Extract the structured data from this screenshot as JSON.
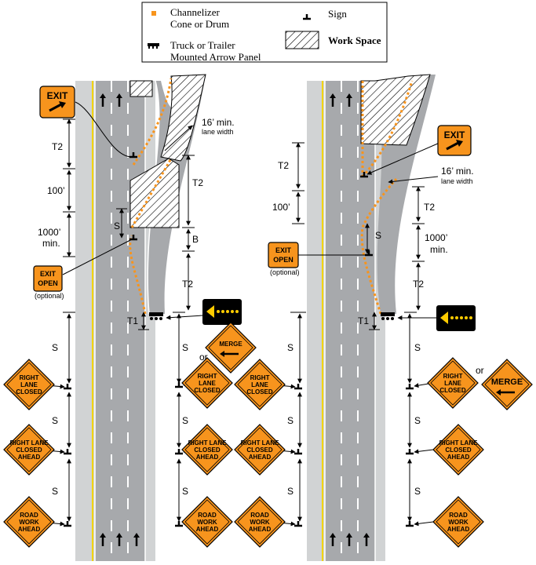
{
  "legend": {
    "channelizer": "Channelizer",
    "channelizer_2": "Cone or Drum",
    "sign": "Sign",
    "arrow_panel": "Truck or Trailer",
    "arrow_panel_2": "Mounted Arrow Panel",
    "work_space": "Work Space"
  },
  "labels": {
    "t1": "T1",
    "t2": "T2",
    "s": "S",
    "b": "B",
    "d100": "100’",
    "d1000": "1000’",
    "min": "min.",
    "lane_16": "16’ min.",
    "lane_width": "lane width",
    "optional": "(optional)",
    "or": "or"
  },
  "signs": {
    "exit": "EXIT",
    "exit_open_1": "EXIT",
    "exit_open_2": "OPEN",
    "merge": "MERGE",
    "rlc_1": "RIGHT",
    "rlc_2": "LANE",
    "rlc_3": "CLOSED",
    "rlca_1": "RIGHT LANE",
    "rlca_2": "CLOSED",
    "rlca_3": "AHEAD",
    "rwa_1": "ROAD",
    "rwa_2": "WORK",
    "rwa_3": "AHEAD"
  },
  "colors": {
    "orange": "#f7941d",
    "pavement": "#a7a9ac",
    "shoulder": "#d1d3d4",
    "yellow_line": "#f2d400",
    "arrow_yellow": "#ffcc00"
  }
}
